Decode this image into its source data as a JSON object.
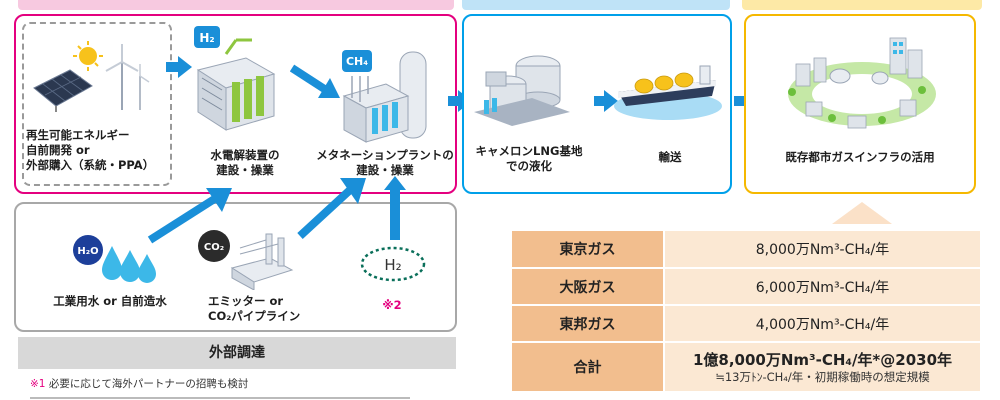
{
  "stages": {
    "production": {
      "renewable": "再生可能エネルギー\n自前開発 or\n外部購入（系統・PPA）",
      "electrolyzer": "水電解装置の\n建設・操業",
      "methanation": "メタネーションプラントの\n建設・操業",
      "h2_badge": "H₂",
      "ch4_badge": "CH₄"
    },
    "transport": {
      "liquefaction": "キャメロンLNG基地\nでの液化",
      "shipping": "輸送"
    },
    "utilization": {
      "infrastructure": "既存都市ガスインフラの活用"
    }
  },
  "procurement": {
    "water": "工業用水 or 自前造水",
    "co2": "エミッター or\nCO₂パイプライン",
    "h2_note_mark": "※2",
    "h2o_badge": "H₂O",
    "co2_badge": "CO₂",
    "h2_badge": "H₂",
    "band_label": "外部調達"
  },
  "volumes": {
    "rows": [
      {
        "company": "東京ガス",
        "volume": "8,000万Nm³-CH₄/年"
      },
      {
        "company": "大阪ガス",
        "volume": "6,000万Nm³-CH₄/年"
      },
      {
        "company": "東邦ガス",
        "volume": "4,000万Nm³-CH₄/年"
      }
    ],
    "total": {
      "label": "合計",
      "volume": "1億8,000万Nm³-CH₄/年*@2030年",
      "note": "≒13万ﾄﾝ-CH₄/年・初期稼働時の想定規模"
    }
  },
  "notes": {
    "note1_mark": "※1",
    "note1_text": "必要に応じて海外パートナーの招聘も検討"
  },
  "colors": {
    "production_border": "#e4007f",
    "transport_border": "#00a0e9",
    "utilization_border": "#f5b800",
    "arrow": "#1a8fd8",
    "company_cell": "#f2be8e",
    "value_cell": "#fbe8d3"
  }
}
